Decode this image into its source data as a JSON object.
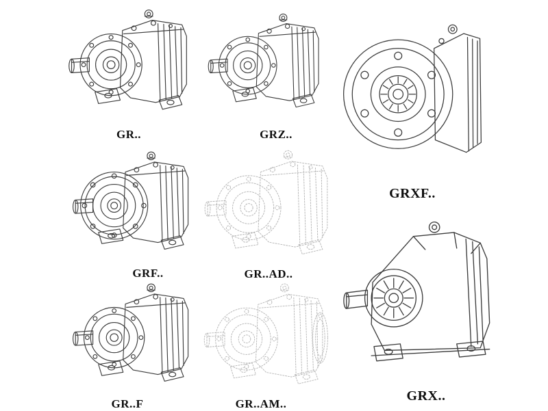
{
  "colors": {
    "background": "#ffffff",
    "line": "#3b3b3b",
    "ghost": "#b5b5b5",
    "label_text": "#0d0d0d"
  },
  "catalog": {
    "items": [
      {
        "id": "gr",
        "label": "GR..",
        "render": "solid-line",
        "drawing": "foot-mounted-helical-gearbox"
      },
      {
        "id": "grz",
        "label": "GRZ..",
        "render": "solid-line",
        "drawing": "foot-mounted-helical-gearbox"
      },
      {
        "id": "grxf",
        "label": "GRXF..",
        "render": "solid-line",
        "drawing": "flange-front-view-gearbox"
      },
      {
        "id": "grf",
        "label": "GRF..",
        "render": "solid-line",
        "drawing": "flange-mounted-helical-gearbox"
      },
      {
        "id": "grad",
        "label": "GR..AD..",
        "render": "ghost-dotted",
        "drawing": "gearbox-with-input-adapter"
      },
      {
        "id": "grff",
        "label": "GR..F",
        "render": "solid-line",
        "drawing": "foot-mounted-helical-gearbox"
      },
      {
        "id": "gram",
        "label": "GR..AM..",
        "render": "ghost-dotted",
        "drawing": "gearbox-with-motor-adapter-flange"
      },
      {
        "id": "grx",
        "label": "GRX..",
        "render": "solid-line",
        "drawing": "large-foot-mounted-gearbox"
      }
    ]
  }
}
